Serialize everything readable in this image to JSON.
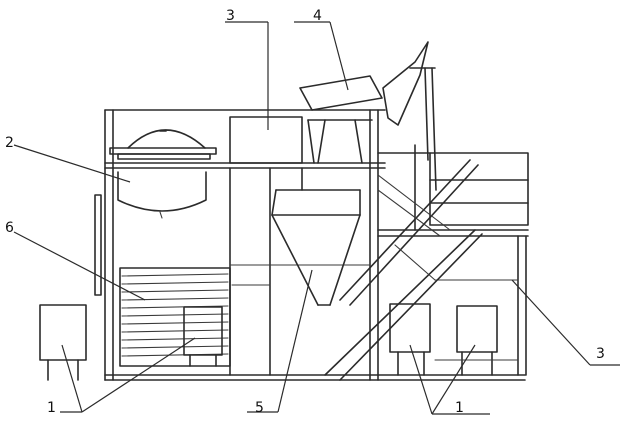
{
  "labels": {
    "l1_left": "1",
    "l1_right": "1",
    "l2": "2",
    "l3_top": "3",
    "l3_right": "3",
    "l4": "4",
    "l5": "5",
    "l6": "6"
  }
}
